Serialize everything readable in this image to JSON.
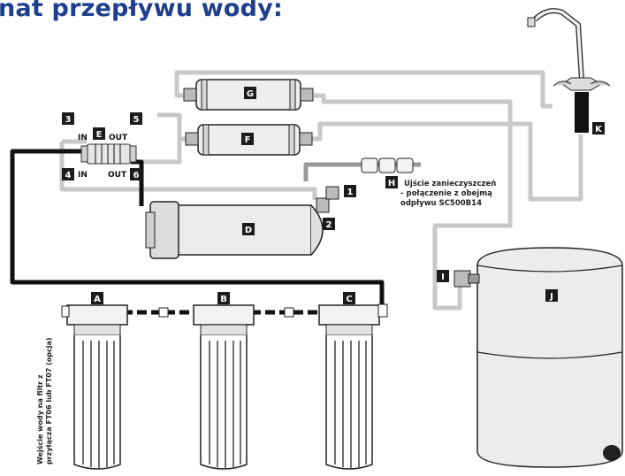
{
  "title": "nat przepływu wody:",
  "colors": {
    "title": "#1e3f8e",
    "dark_tube": "#111111",
    "light_tube": "#c8c8c8",
    "label_box": "#1b1b1b",
    "label_text": "#ffffff"
  },
  "labels": {
    "A": "A",
    "B": "B",
    "C": "C",
    "D": "D",
    "E": "E",
    "F": "F",
    "G": "G",
    "H": "H",
    "I": "I",
    "J": "J",
    "K": "K",
    "n1": "1",
    "n2": "2",
    "n3": "3",
    "n4": "4",
    "n5": "5",
    "n6": "6"
  },
  "connector": {
    "in_top": "IN",
    "out_top": "OUT",
    "in_bottom": "IN",
    "out_bottom": "OUT"
  },
  "drain_note": {
    "line1": "Ujście zanieczyszczeń",
    "line2": "- połączenie z obejmą",
    "line3": "odpływu SC500B14"
  },
  "inlet_note": {
    "line1": "Wejście wody na filtr z",
    "line2": "przyłącza FT06 lub FT07 (opcja)"
  }
}
